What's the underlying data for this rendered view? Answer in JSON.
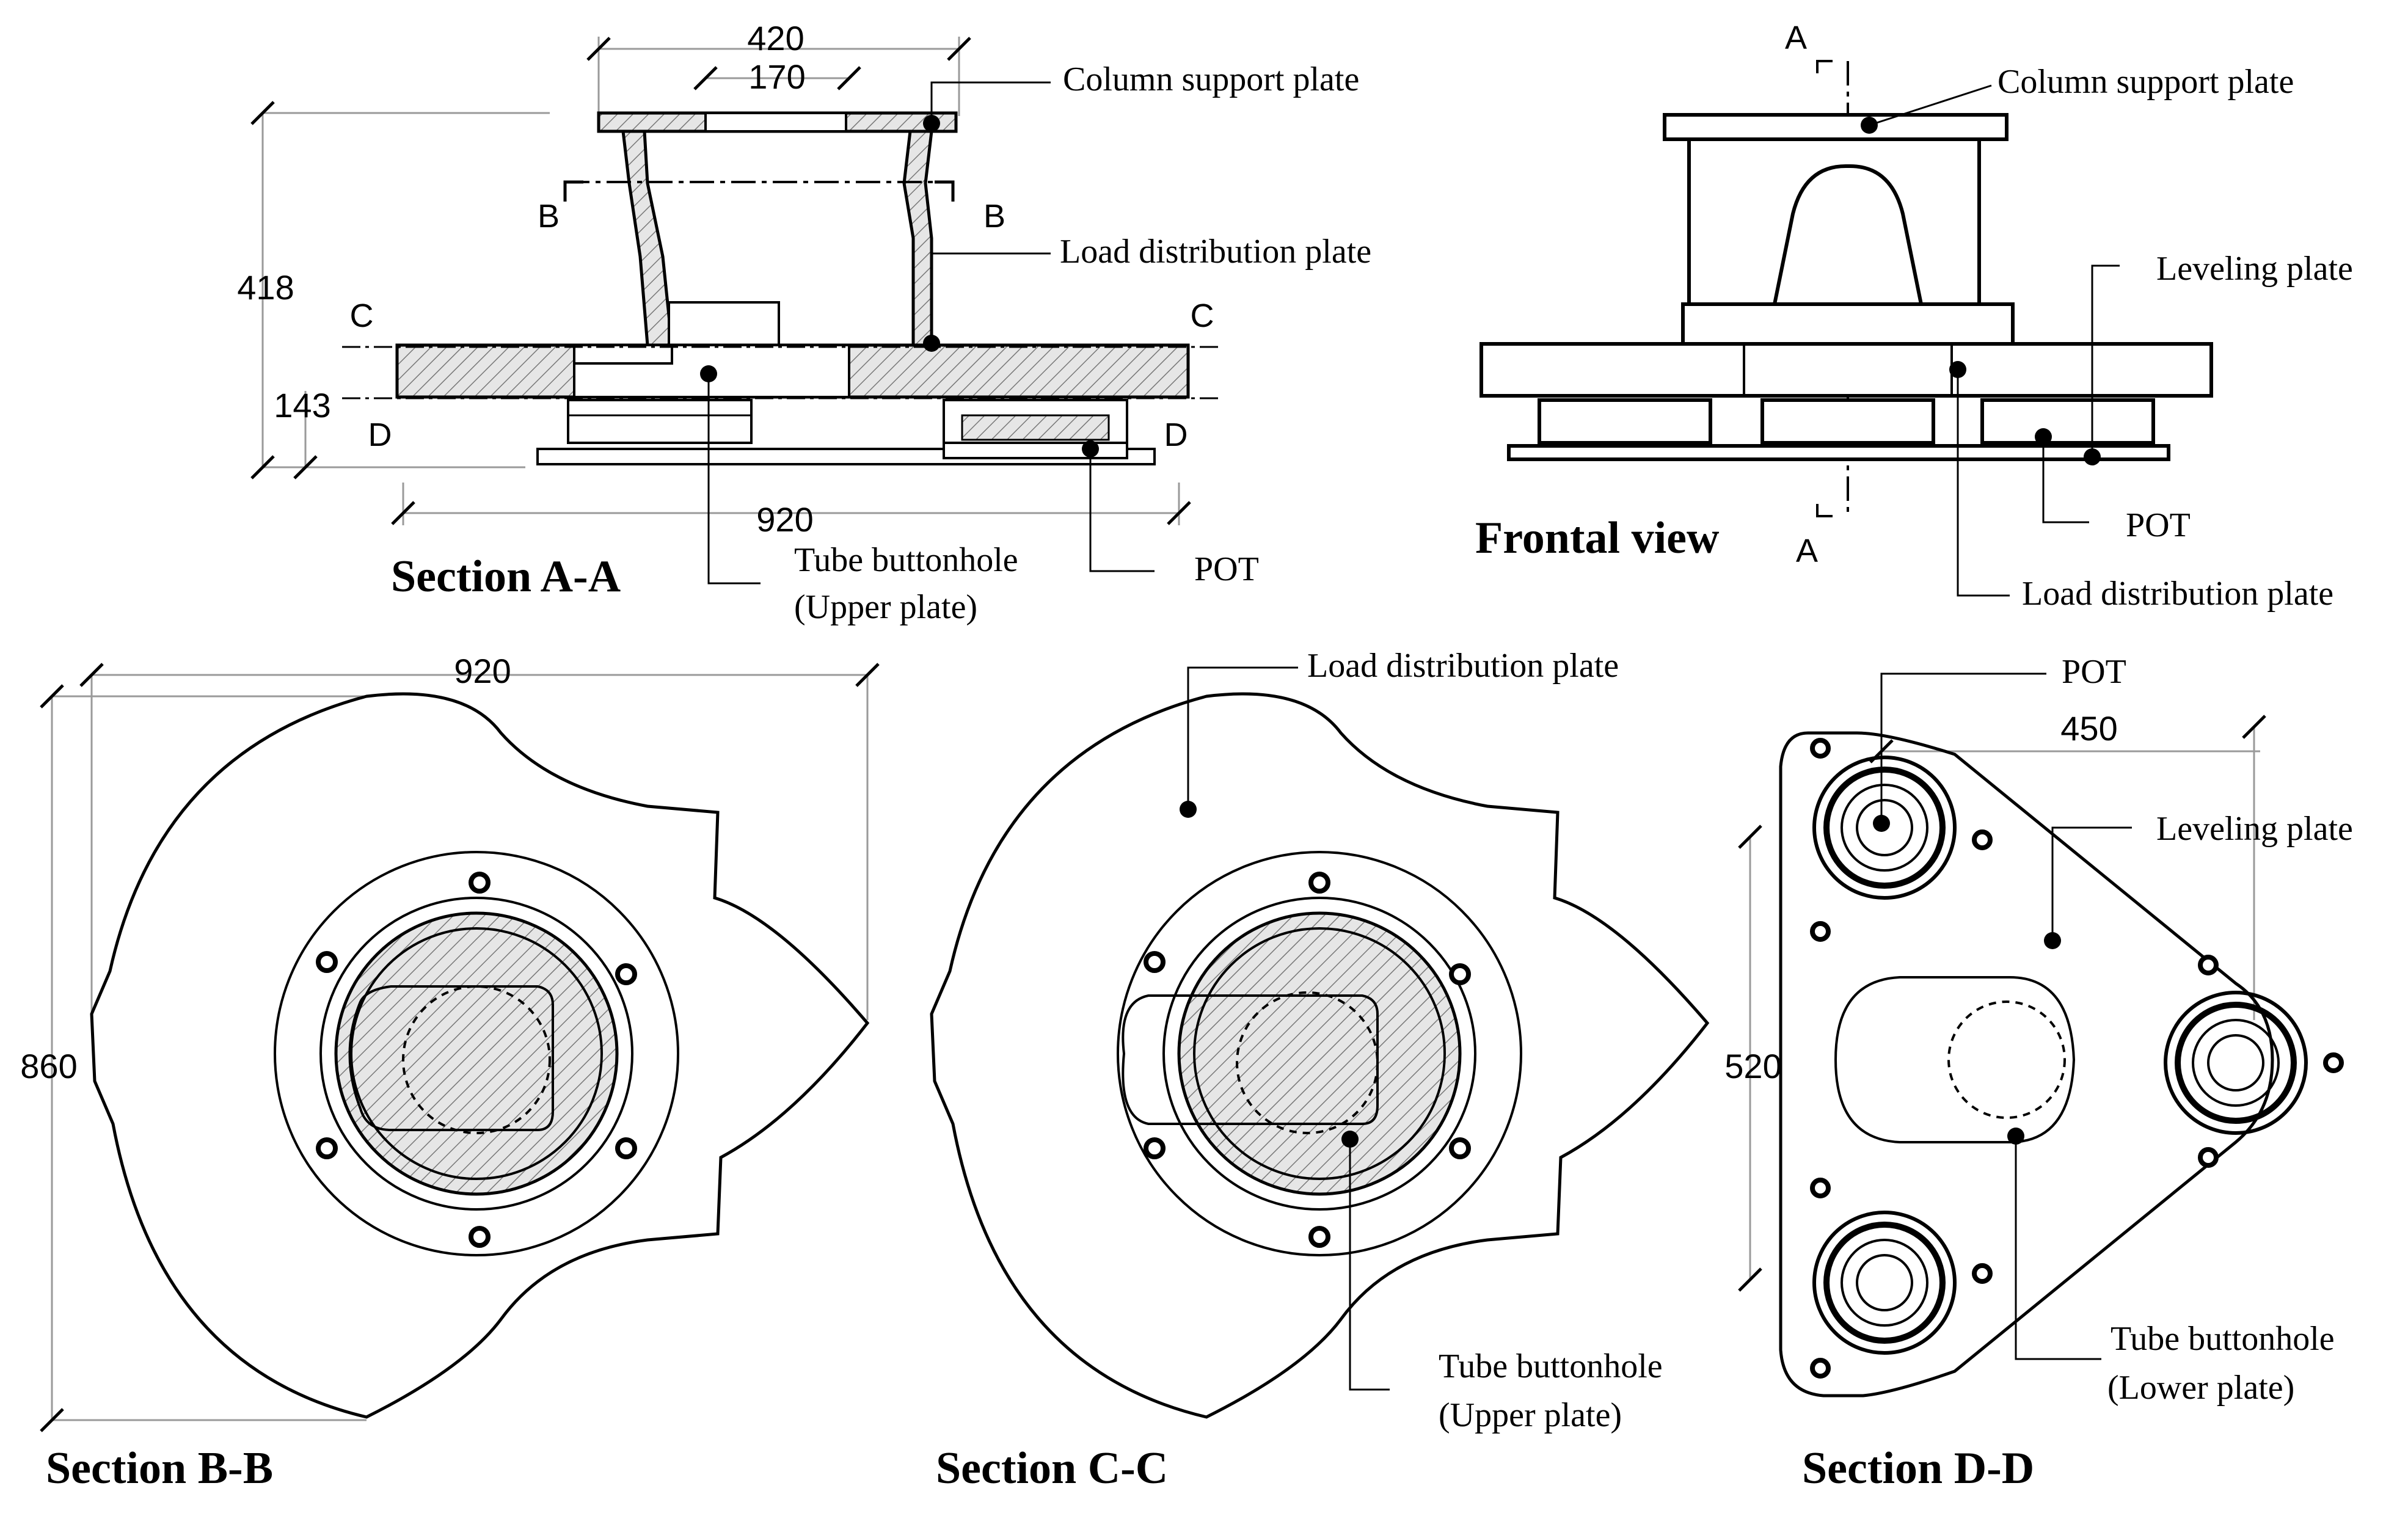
{
  "figure": {
    "views": {
      "section_aa": {
        "title": "Section A-A",
        "dims": {
          "top_width": "420",
          "inner_width": "170",
          "total_height": "418",
          "lower_height": "143",
          "bottom_width": "920"
        },
        "cut_marks": {
          "b_left": "B",
          "b_right": "B",
          "c_left": "C",
          "c_right": "C",
          "d_left": "D",
          "d_right": "D"
        },
        "callouts": {
          "column_support_plate": "Column support plate",
          "load_distribution_plate": "Load distribution plate",
          "tube_buttonhole_line1": "Tube buttonhole",
          "tube_buttonhole_line2": "(Upper plate)",
          "pot": "POT"
        }
      },
      "frontal": {
        "title": "Frontal view",
        "cut_marks": {
          "a_top": "A",
          "a_bottom": "A"
        },
        "callouts": {
          "column_support_plate": "Column support plate",
          "leveling_plate": "Leveling plate",
          "pot": "POT",
          "load_distribution_plate": "Load distribution plate"
        }
      },
      "section_bb": {
        "title": "Section B-B",
        "dims": {
          "width": "920",
          "height": "860"
        }
      },
      "section_cc": {
        "title": "Section C-C",
        "callouts": {
          "load_distribution_plate": "Load distribution plate",
          "tube_buttonhole_line1": "Tube buttonhole",
          "tube_buttonhole_line2": "(Upper plate)"
        }
      },
      "section_dd": {
        "title": "Section D-D",
        "dims": {
          "spacing": "450",
          "height": "520"
        },
        "callouts": {
          "pot": "POT",
          "leveling_plate": "Leveling plate",
          "tube_buttonhole_line1": "Tube buttonhole",
          "tube_buttonhole_line2": "(Lower plate)"
        }
      }
    }
  }
}
